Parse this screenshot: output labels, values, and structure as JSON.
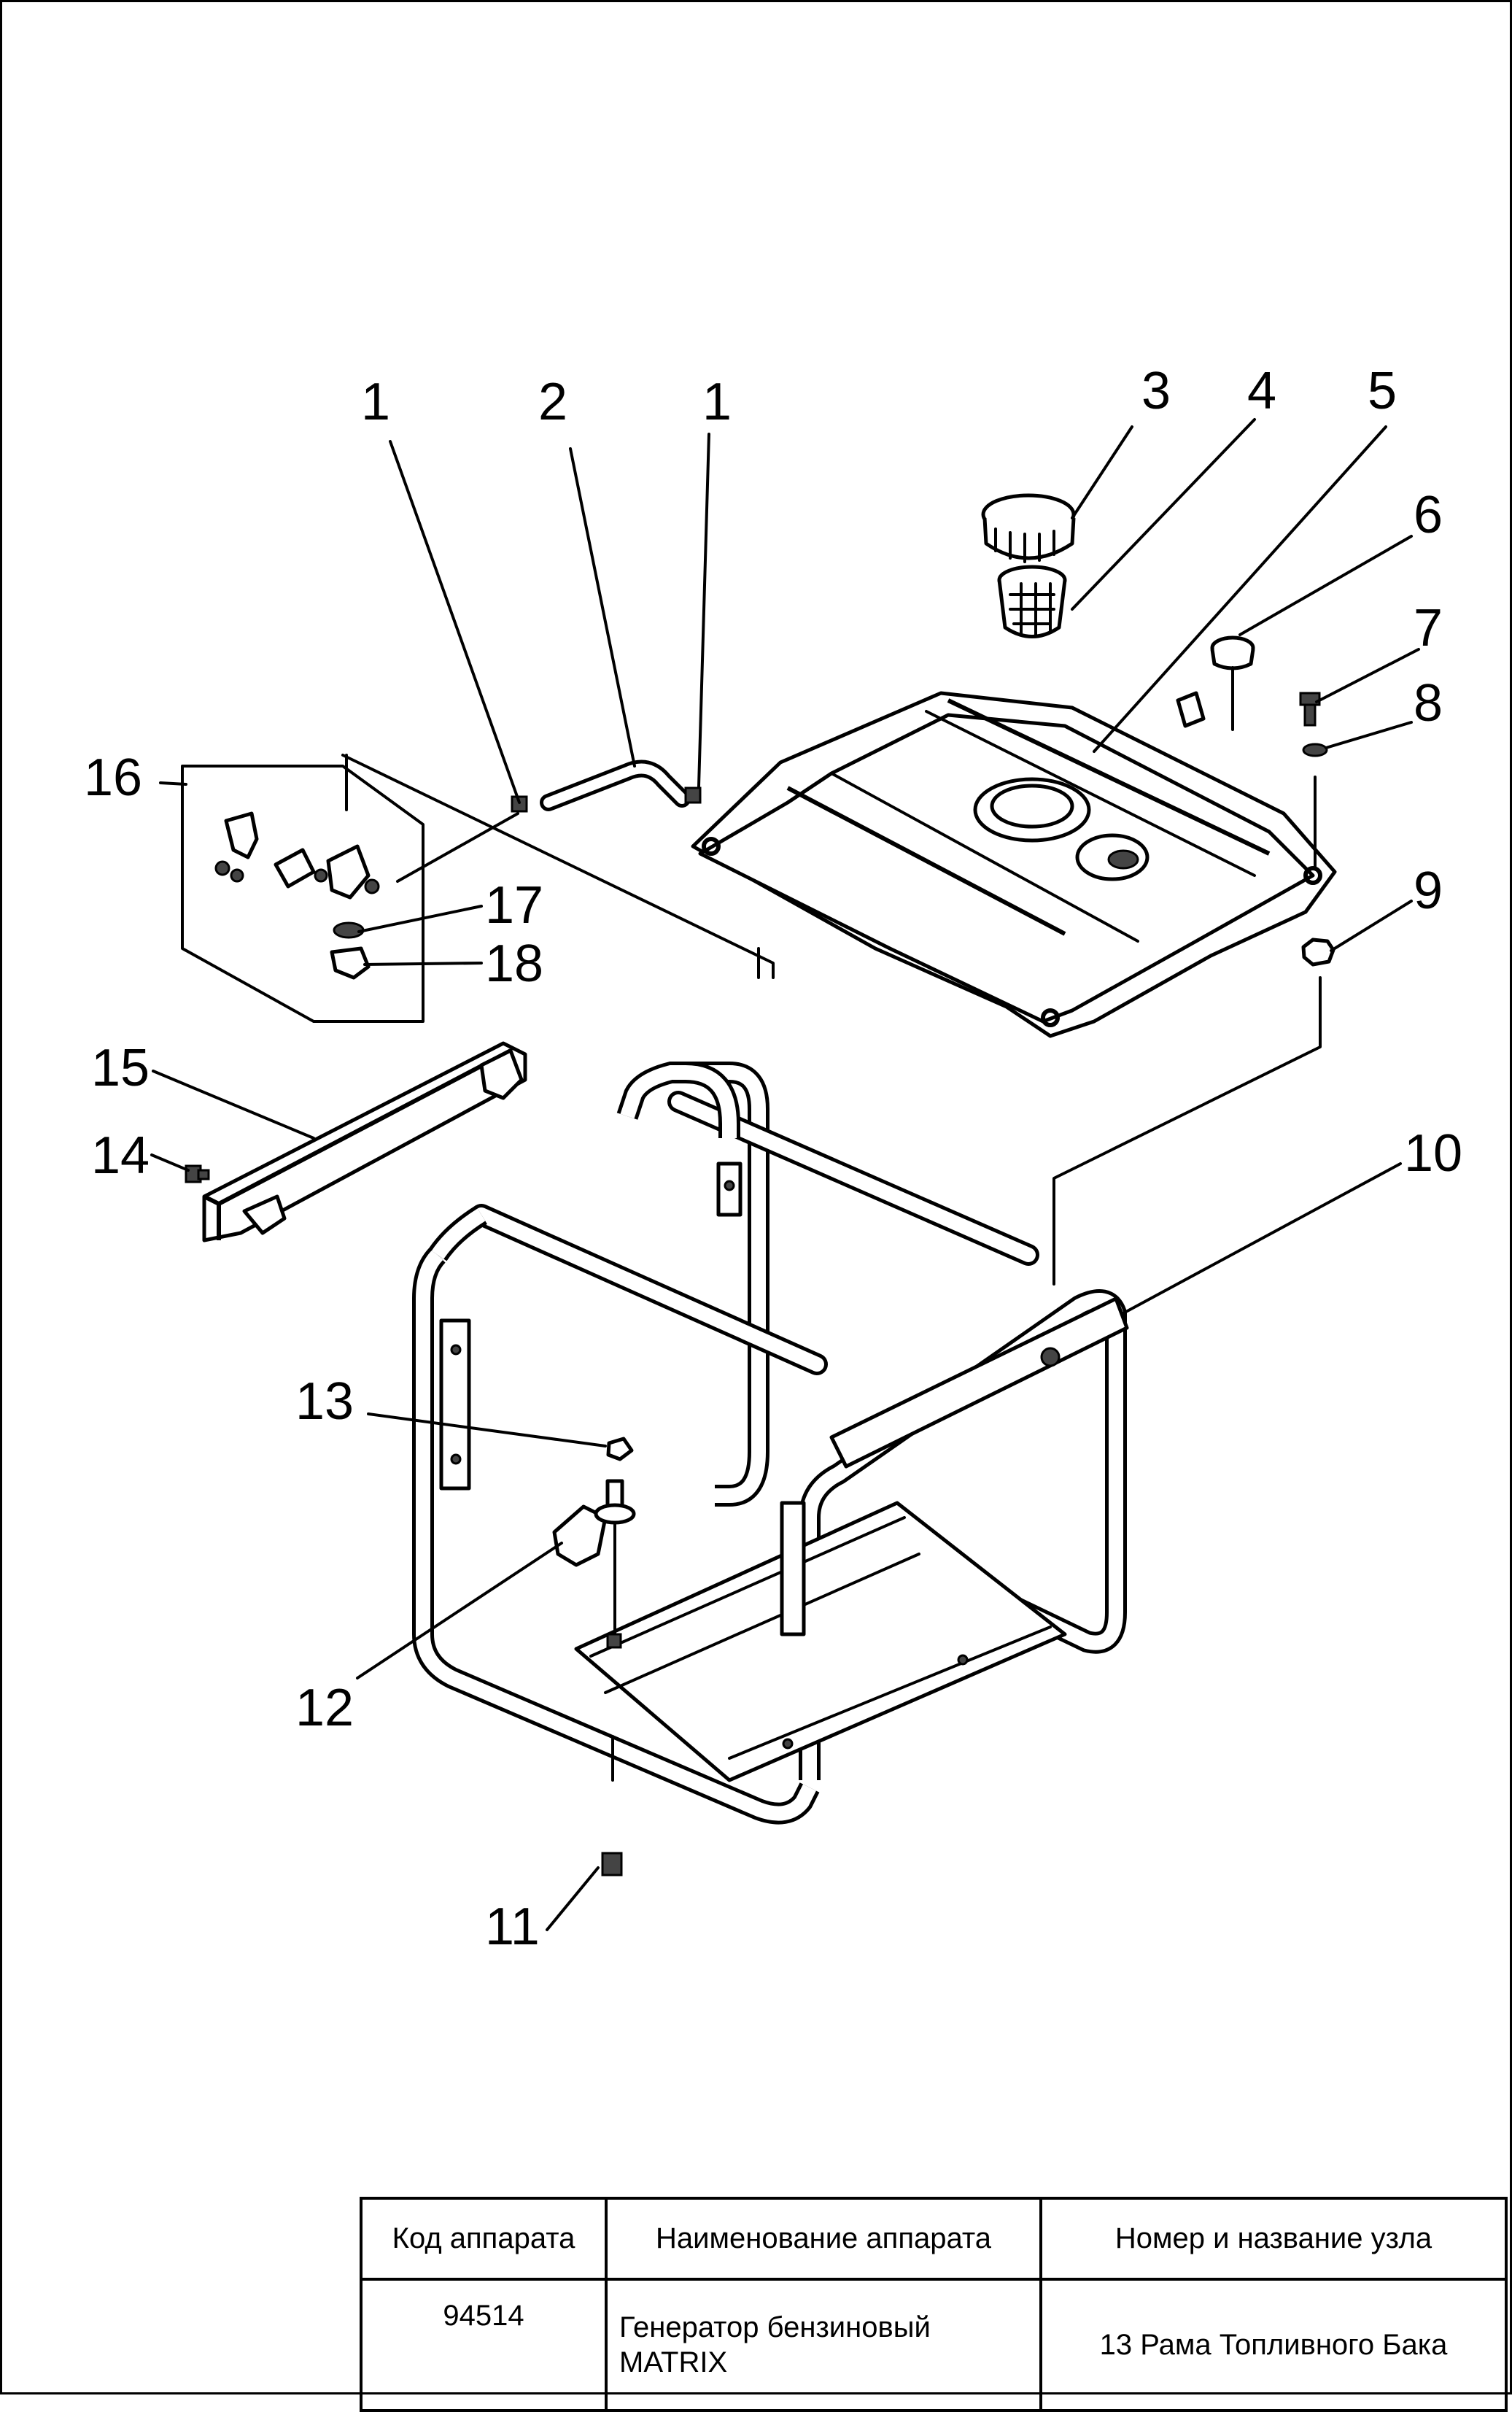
{
  "diagram": {
    "callouts": [
      "1",
      "2",
      "1",
      "3",
      "4",
      "5",
      "6",
      "7",
      "8",
      "9",
      "10",
      "11",
      "12",
      "13",
      "14",
      "15",
      "16",
      "17",
      "18"
    ]
  },
  "title_block": {
    "headers": {
      "code": "Код аппарата",
      "name": "Наименование аппарата",
      "unit": "Номер и название узла"
    },
    "code": "94514",
    "name_line1": "Генератор бензиновый",
    "name_line2": "MATRIX",
    "unit": "13 Рама Топливного Бака"
  }
}
